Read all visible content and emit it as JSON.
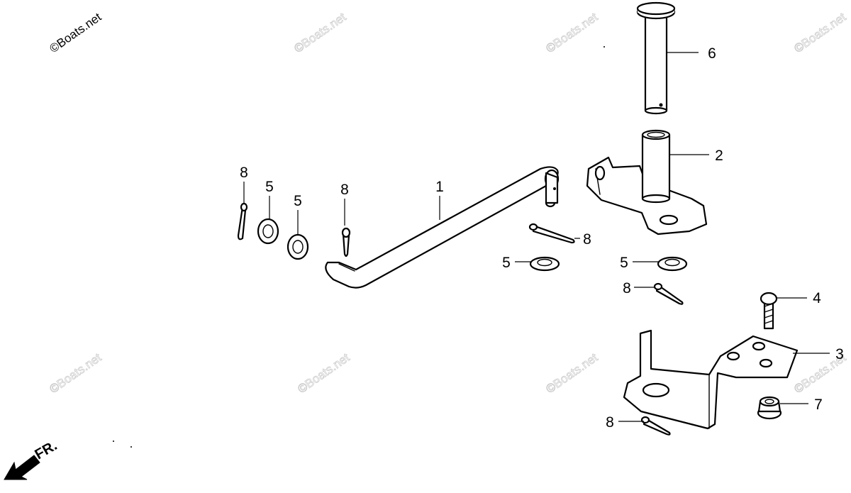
{
  "watermark": {
    "primary": "©Boats.net",
    "faded": "©Boats.net"
  },
  "direction_label": "FR.",
  "callouts": {
    "c1": "1",
    "c2": "2",
    "c3": "3",
    "c4": "4",
    "c5a": "5",
    "c5b": "5",
    "c5c": "5",
    "c5d": "5",
    "c6": "6",
    "c7": "7",
    "c8a": "8",
    "c8b": "8",
    "c8c": "8",
    "c8d": "8",
    "c8e": "8"
  }
}
